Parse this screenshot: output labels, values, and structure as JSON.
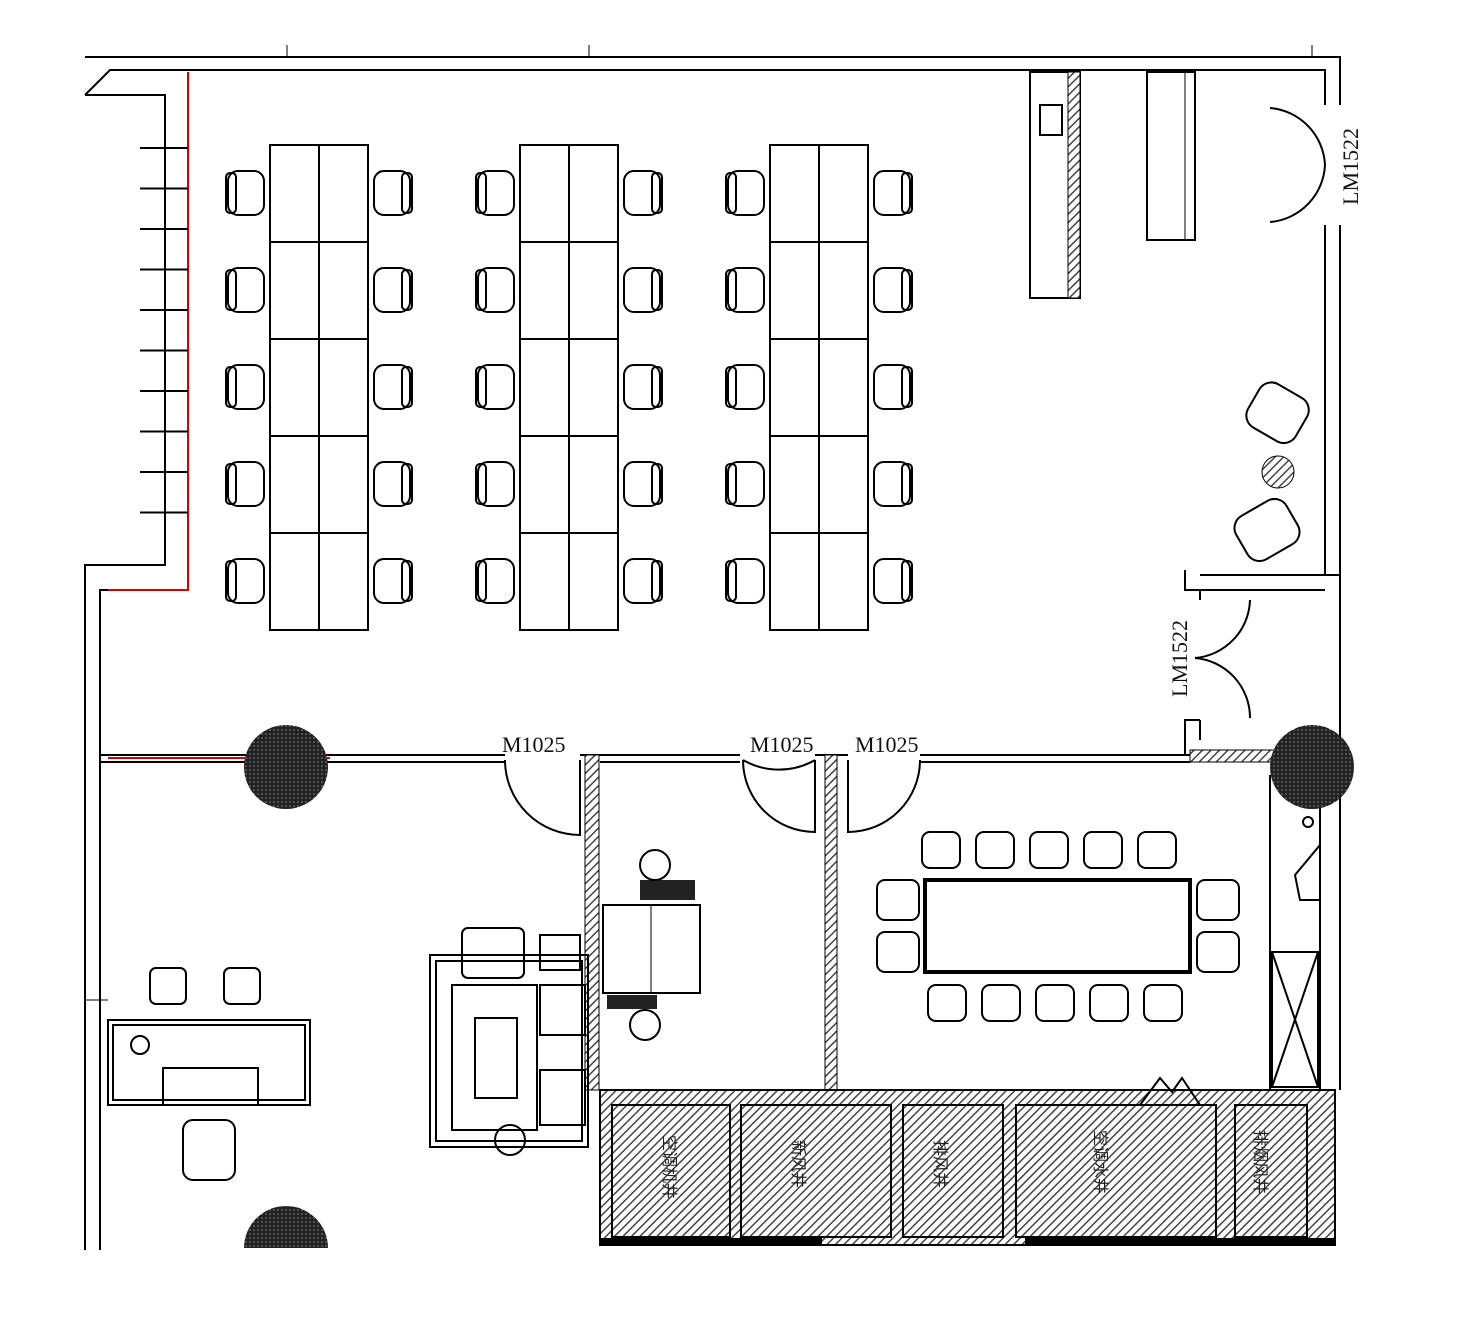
{
  "title": "Office floor plan",
  "doors": {
    "lm_top": "LM1522",
    "lm_mid": "LM1522",
    "m1": "M1025",
    "m2": "M1025",
    "m3": "M1025"
  },
  "shafts": [
    "空调机井",
    "新风井",
    "排风井",
    "空调水井",
    "排烟风井"
  ],
  "workstations": {
    "clusters": 3,
    "rows": 5,
    "seats_per_row": 2
  },
  "meeting_room": {
    "seats": 14
  },
  "colors": {
    "line": "#000000",
    "red_line": "#d00000",
    "hatch": "#555555"
  }
}
